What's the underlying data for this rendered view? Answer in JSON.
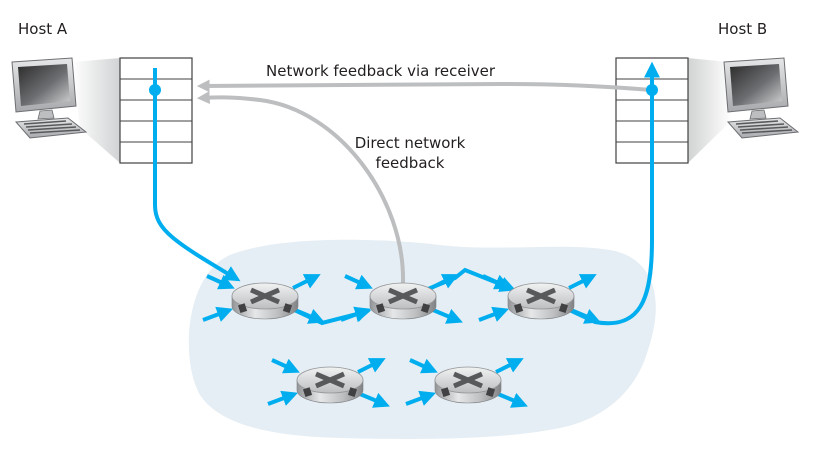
{
  "diagram": {
    "hosts": [
      {
        "id": "host-a",
        "label": "Host A"
      },
      {
        "id": "host-b",
        "label": "Host B"
      }
    ],
    "labels": {
      "receiver_feedback": "Network feedback via receiver",
      "direct_feedback_line1": "Direct network",
      "direct_feedback_line2": "feedback"
    },
    "buffer_rows": 5,
    "routers": [
      "router-1",
      "router-2",
      "router-3",
      "router-4",
      "router-5"
    ],
    "colors": {
      "data_path": "#00aeef",
      "feedback_path": "#bcbec0",
      "network_cloud": "#e5eef4",
      "buffer_border": "#414042"
    }
  }
}
